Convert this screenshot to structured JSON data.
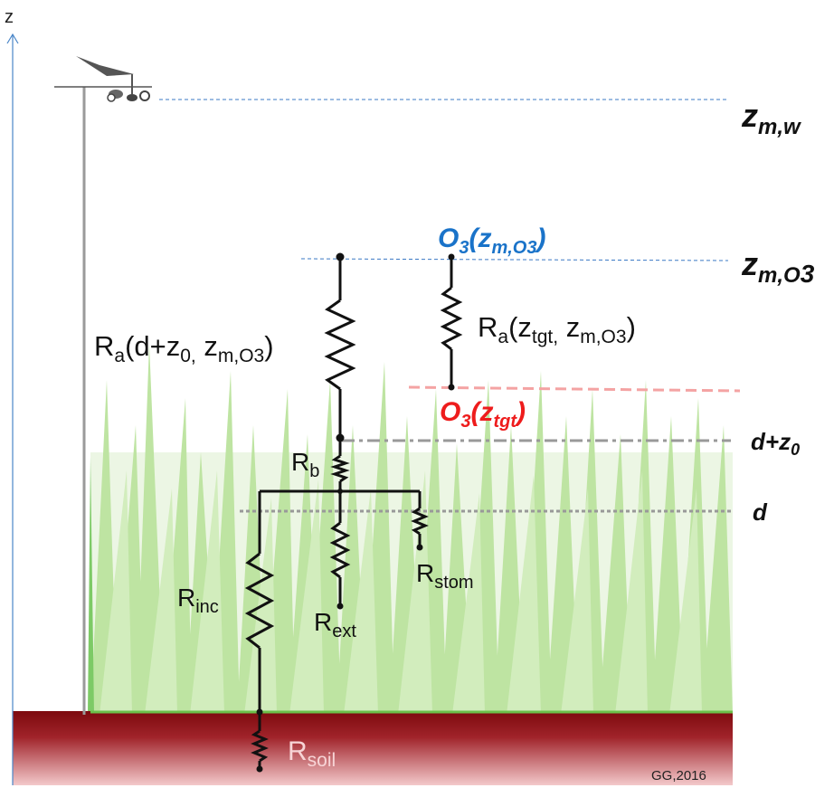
{
  "axis": {
    "z_label": "z"
  },
  "levels": {
    "z_m_w": {
      "main": "z",
      "sub": "m,w"
    },
    "z_m_o3": {
      "main": "z",
      "sub": "m,O",
      "subsub": "3"
    },
    "d_plus_z0": {
      "main": "d+z",
      "sub": "0"
    },
    "d": {
      "main": "d"
    }
  },
  "concentrations": {
    "o3_zm": {
      "main": "O",
      "sub": "3",
      "open": "(z",
      "arg_sub": "m,O3",
      "close": ")",
      "color": "#1a73c9"
    },
    "o3_ztgt": {
      "main": "O",
      "sub": "3",
      "open": "(z",
      "arg_sub": "tgt",
      "close": ")",
      "color": "#ee1c1c"
    }
  },
  "resistors": {
    "ra_left": {
      "main": "R",
      "sub": "a",
      "open": "(d+z",
      "sub2": "0,",
      "mid": " z",
      "sub3": "m,O3",
      "close": ")"
    },
    "ra_right": {
      "main": "R",
      "sub": "a",
      "open": "(z",
      "sub2": "tgt,",
      "mid": " z",
      "sub3": "m,O3",
      "close": ")"
    },
    "rb": {
      "main": "R",
      "sub": "b"
    },
    "rinc": {
      "main": "R",
      "sub": "inc"
    },
    "rext": {
      "main": "R",
      "sub": "ext"
    },
    "rstom": {
      "main": "R",
      "sub": "stom"
    },
    "rsoil": {
      "main": "R",
      "sub": "soil"
    }
  },
  "credit": "GG,2016",
  "colors": {
    "soil_top": "#8b0e12",
    "soil_bottom": "#f2c5c7",
    "grass": "#8fd14f",
    "grass_dark": "#3fae2a",
    "level_blue": "#3a78c4",
    "level_gray": "#8c8c8c",
    "level_pink": "#f4a3a3",
    "soil_label": "#f7d4d6"
  }
}
